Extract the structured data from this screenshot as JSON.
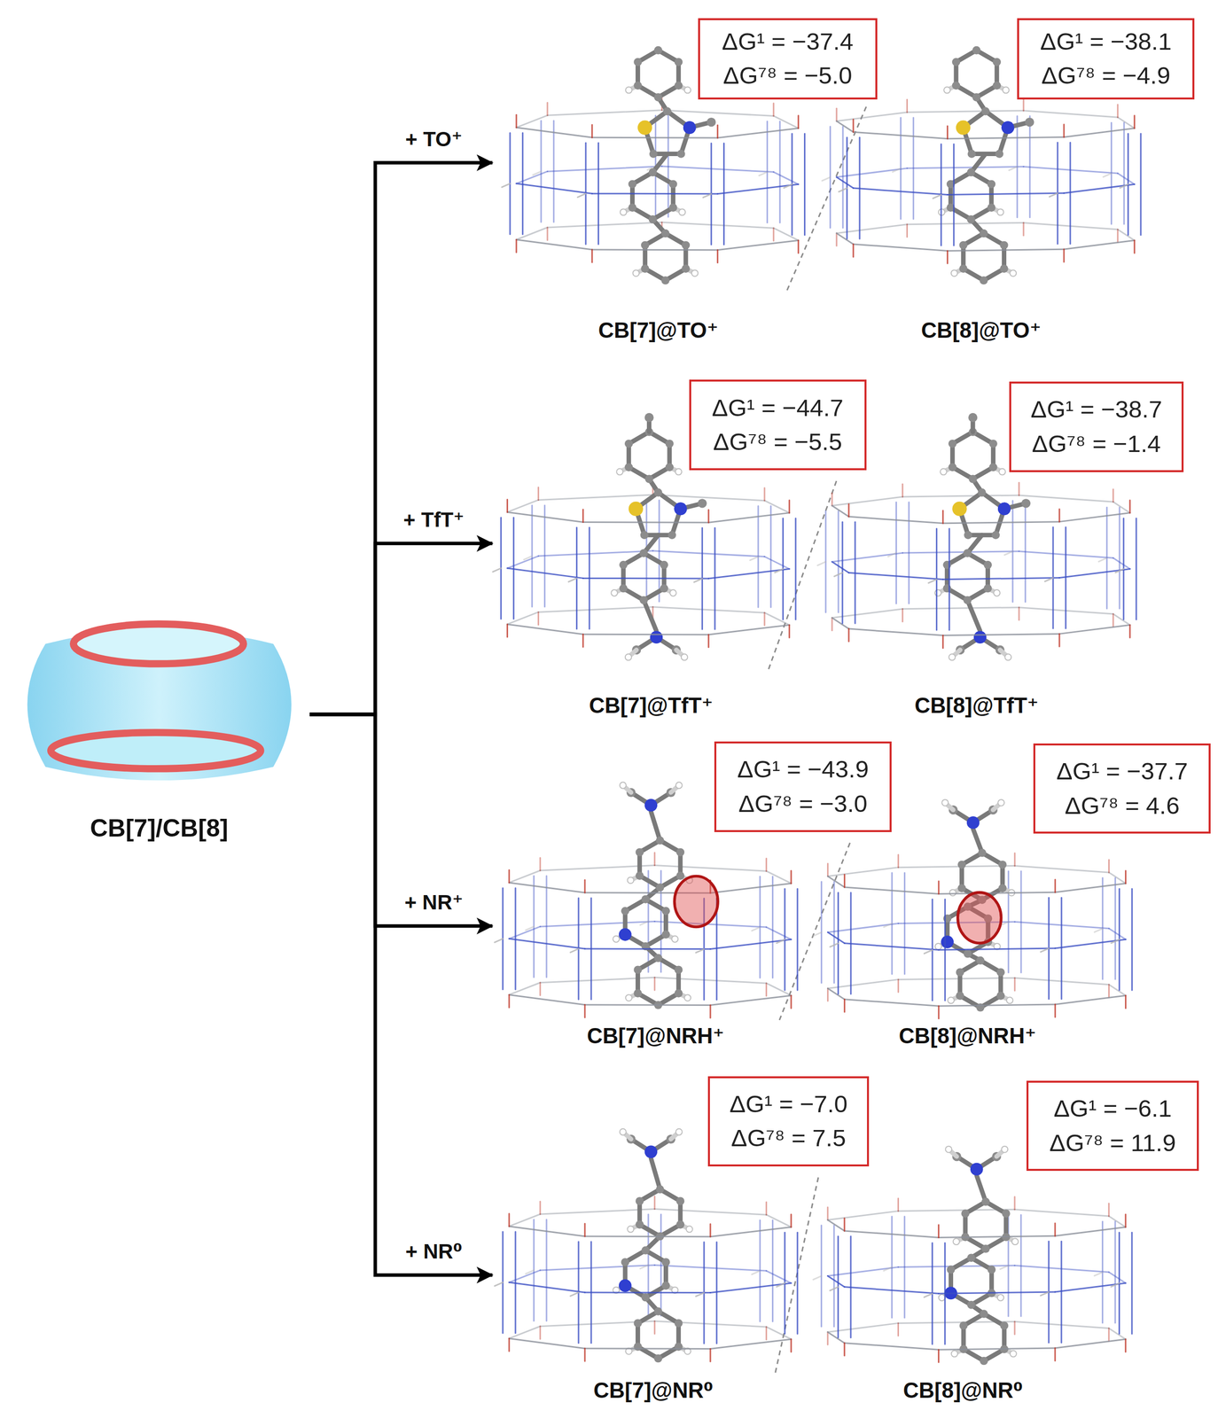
{
  "diagram": {
    "nodes": [
      {
        "text": [
          "CB[7]/CB[8]"
        ]
      },
      {
        "text": [
          "CB[7]@TO⁺"
        ]
      },
      {
        "text": [
          "ΔG¹ = −37.4",
          "ΔG⁷⁸ = −5.0"
        ]
      },
      {
        "text": [
          "CB[8]@TO⁺"
        ]
      },
      {
        "text": [
          "ΔG¹ = −38.1",
          "ΔG⁷⁸ = −4.9"
        ]
      },
      {
        "text": [
          "CB[7]@TfT⁺"
        ]
      },
      {
        "text": [
          "ΔG¹ = −44.7",
          "ΔG⁷⁸ = −5.5"
        ]
      },
      {
        "text": [
          "CB[8]@TfT⁺"
        ]
      },
      {
        "text": [
          "ΔG¹ = −38.7",
          "ΔG⁷⁸ = −1.4"
        ]
      },
      {
        "text": [
          "CB[7]@NRH⁺"
        ]
      },
      {
        "text": [
          "ΔG¹ = −43.9",
          "ΔG⁷⁸ = −3.0"
        ]
      },
      {
        "text": [
          "CB[8]@NRH⁺"
        ]
      },
      {
        "text": [
          "ΔG¹ = −37.7",
          "ΔG⁷⁸ = 4.6"
        ]
      },
      {
        "text": [
          "CB[7]@NR⁰"
        ]
      },
      {
        "text": [
          "ΔG¹ = −7.0",
          "ΔG⁷⁸ = 7.5"
        ]
      },
      {
        "text": [
          "CB[8]@NR⁰"
        ]
      },
      {
        "text": [
          "ΔG¹ = −6.1",
          "ΔG⁷⁸ = 11.9"
        ]
      }
    ],
    "edges": [
      {
        "from": 0,
        "to": 1,
        "label": "+ TO⁺",
        "arrow": "to"
      },
      {
        "from": 0,
        "to": 5,
        "label": "+ TfT⁺",
        "arrow": "to"
      },
      {
        "from": 0,
        "to": 9,
        "label": "+ NR⁺",
        "arrow": "to"
      },
      {
        "from": 0,
        "to": 13,
        "label": "+ NR⁰",
        "arrow": "to"
      }
    ]
  }
}
